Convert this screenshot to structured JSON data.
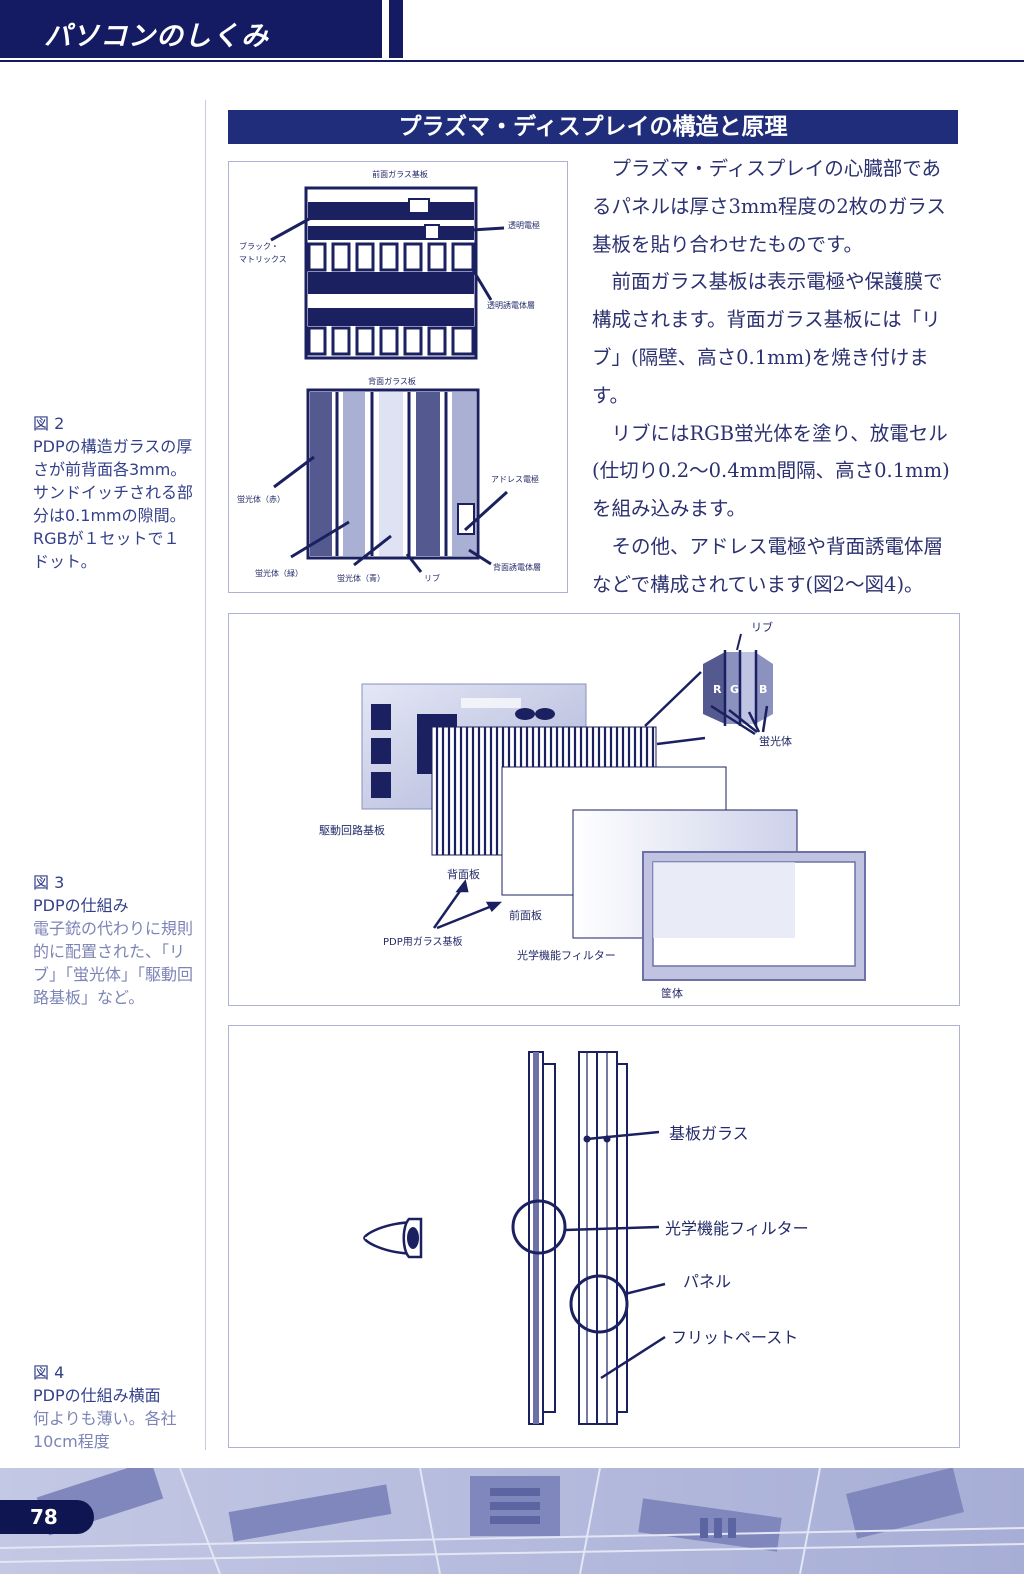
{
  "header": {
    "title": "パソコンのしくみ"
  },
  "section_title": "プラズマ・ディスプレイの構造と原理",
  "body": {
    "paragraphs": [
      "プラズマ・ディスプレイの心臓部であるパネルは厚さ3mm程度の2枚のガラス基板を貼り合わせたものです。",
      "前面ガラス基板は表示電極や保護膜で構成されます。背面ガラス基板には「リブ」(隔壁、高さ0.1mm)を焼き付けます。",
      "リブにはRGB蛍光体を塗り、放電セル(仕切り0.2〜0.4mm間隔、高さ0.1mm)を組み込みます。",
      "その他、アドレス電極や背面誘電体層などで構成されています(図2〜図4)。"
    ]
  },
  "captions": {
    "fig2": {
      "number": "図 2",
      "title": "PDPの構造ガラスの厚さが前背面各3mm。",
      "desc": "サンドイッチされる部分は0.1mmの隙間。RGBが１セットで１ドット。"
    },
    "fig3": {
      "number": "図 3",
      "title": "PDPの仕組み",
      "desc": "電子銃の代わりに規則的に配置された、「リブ」「蛍光体」「駆動回路基板」など。"
    },
    "fig4": {
      "number": "図 4",
      "title": "PDPの仕組み横面",
      "desc": "何よりも薄い。各社10cm程度"
    }
  },
  "fig2": {
    "labels": {
      "front_glass": "前面ガラス基板",
      "black_matrix_1": "ブラック・",
      "black_matrix_2": "マトリックス",
      "transparent_electrode": "透明電極",
      "transparent_dielectric": "透明誘電体層",
      "back_glass": "背面ガラス板",
      "phosphor_red": "蛍光体（赤）",
      "address_electrode": "アドレス電極",
      "phosphor_green": "蛍光体（緑）",
      "phosphor_blue": "蛍光体（青）",
      "rib": "リブ",
      "back_dielectric": "背面誘電体層"
    }
  },
  "fig3": {
    "labels": {
      "rib": "リブ",
      "r": "R",
      "g": "G",
      "b": "B",
      "phosphor": "蛍光体",
      "drive_circuit": "駆動回路基板",
      "back_plate": "背面板",
      "front_plate": "前面板",
      "pdp_glass": "PDP用ガラス基板",
      "optical_filter": "光学機能フィルター",
      "housing": "筐体"
    }
  },
  "fig4": {
    "labels": {
      "substrate_glass": "基板ガラス",
      "optical_filter": "光学機能フィルター",
      "panel": "パネル",
      "frit_paste": "フリットペースト"
    }
  },
  "footer": {
    "page_number": "78"
  }
}
